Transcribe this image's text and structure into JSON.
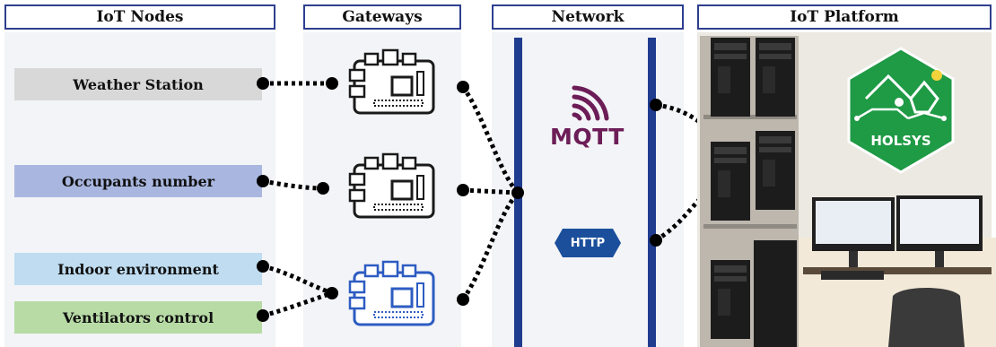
{
  "headers": {
    "iot_nodes": "IoT Nodes",
    "gateways": "Gateways",
    "network": "Network",
    "iot_platform": "IoT Platform"
  },
  "nodes": [
    {
      "label": "Weather Station",
      "color": "#d9d8d8"
    },
    {
      "label": "Occupants number",
      "color": "#a9b7e0"
    },
    {
      "label": "Indoor environment",
      "color": "#bfdcf0"
    },
    {
      "label": "Ventilators control",
      "color": "#b8dba6"
    }
  ],
  "protocols": {
    "mqtt": "MQTT",
    "http": "HTTP"
  },
  "platform": {
    "logo_text": "HOLSYS"
  },
  "colors": {
    "header_border": "#2e3f8f",
    "network_line": "#1f3c8f",
    "mqtt": "#6c1d57",
    "http": "#1b4f9c",
    "gateway_dark": "#1a1a1a",
    "gateway_blue": "#2d5cc2",
    "holsys_green": "#1f9a45"
  }
}
